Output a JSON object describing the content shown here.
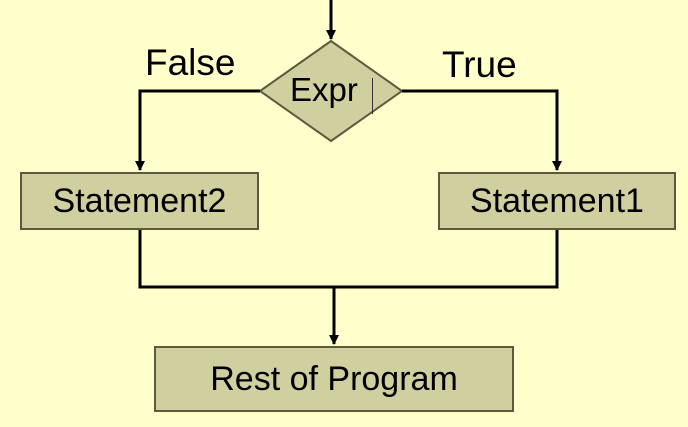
{
  "diagram": {
    "decision": {
      "label": "Expr"
    },
    "branches": {
      "false_label": "False",
      "true_label": "True"
    },
    "nodes": {
      "statement2": "Statement2",
      "statement1": "Statement1",
      "rest": "Rest of Program"
    }
  },
  "colors": {
    "background": "#FFFFCC",
    "node_fill": "#CFCFA0",
    "node_border": "#5A5A3C",
    "line": "#000000"
  }
}
